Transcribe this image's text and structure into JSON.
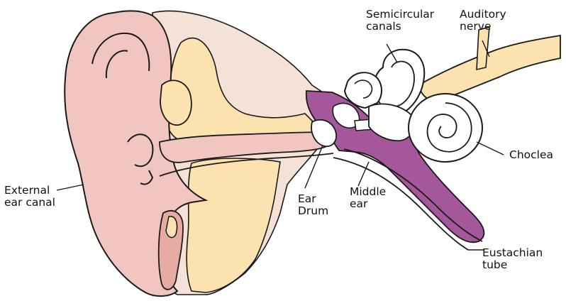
{
  "colors": {
    "outer_ear": "#f2c6c0",
    "outer_ear_dark": "#e8aba3",
    "skin_tissue": "#f4e2d7",
    "bone": "#fce2ae",
    "purple": "#a4579a",
    "inner_ear": "#ffffff",
    "nerve": "#fce2ae",
    "outline": "#1a1a1a"
  },
  "labels": {
    "semicircular_canals": [
      "Semicircular",
      "canals"
    ],
    "auditory_nerve": [
      "Auditory",
      "nerve"
    ],
    "cochlea": [
      "Choclea"
    ],
    "external_ear_canal": [
      "External",
      "ear canal"
    ],
    "ear_drum": [
      "Ear",
      "Drum"
    ],
    "middle_ear": [
      "Middle",
      "ear"
    ],
    "eustachian_tube": [
      "Eustachian",
      "tube"
    ]
  }
}
